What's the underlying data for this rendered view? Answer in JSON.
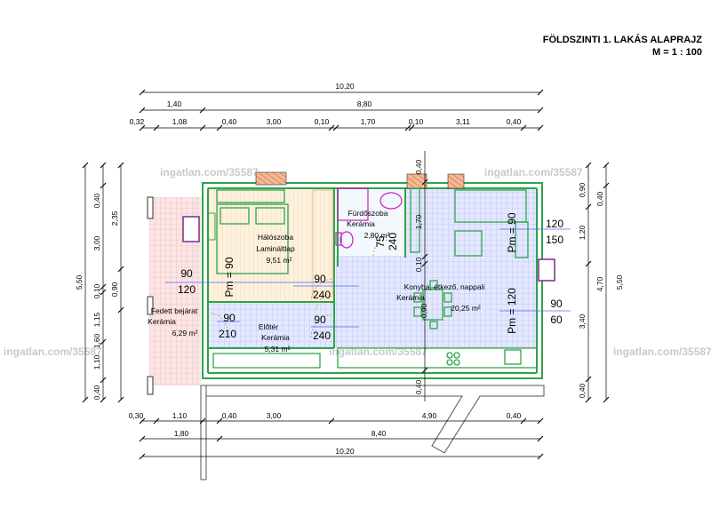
{
  "title": {
    "line1": "FÖLDSZINTI 1. LAKÁS ALAPRAJZ",
    "line2": "M = 1 : 100"
  },
  "dims_top": {
    "total": "10,20",
    "row2": [
      "1,40",
      "8,80"
    ],
    "row3": [
      "0,32",
      "1,08",
      "0,40",
      "3,00",
      "0,10",
      "1,70",
      "0,10",
      "3,11",
      "0,40"
    ]
  },
  "dims_bottom": {
    "row1": [
      "0,30",
      "1,10",
      "0,40",
      "3,00",
      "4,90",
      "0,40"
    ],
    "row2": [
      "1,80",
      "8,40"
    ],
    "total": "10,20"
  },
  "dims_left": {
    "total": "5,50",
    "col2": [
      "0,40",
      "2,35",
      "0,10",
      "1,15",
      "1,10",
      "0,40"
    ],
    "col3": [
      "3,00",
      "0,90",
      "1,60"
    ]
  },
  "dims_right": {
    "total": "5,50",
    "col1": [
      "0,90",
      "1,20",
      "3,40",
      "0,40"
    ],
    "col2": [
      "0,40",
      "4,70"
    ]
  },
  "interior_dims": [
    "0,40",
    "1,70",
    "0,10",
    "0,40",
    "0,90"
  ],
  "rooms": [
    {
      "name": "Hálószoba",
      "floor": "Lamináltlap",
      "area": "9,51 m²"
    },
    {
      "name": "Fürdőszoba",
      "floor": "Kerámia",
      "area": "2,80 m²"
    },
    {
      "name": "Konyha, étkező, nappali",
      "floor": "Kerámia",
      "area": "20,25 m²"
    },
    {
      "name": "Fedett bejárat",
      "floor": "Kerámia",
      "area": "6,29 m²"
    },
    {
      "name": "Előtér",
      "floor": "Kerámia",
      "area": "5,31 m²"
    }
  ],
  "openings": {
    "o1": [
      "90",
      "120"
    ],
    "o2": [
      "90",
      "240"
    ],
    "o3": [
      "75",
      "240"
    ],
    "o4": [
      "90",
      "210"
    ],
    "o5": [
      "90",
      "240"
    ],
    "o6": [
      "120",
      "150"
    ],
    "o7": [
      "90",
      "60"
    ],
    "pm1": "Pm = 90",
    "pm2": "Pm = 90",
    "pm3": "Pm = 120"
  },
  "watermark": "ingatlan.com/35587"
}
